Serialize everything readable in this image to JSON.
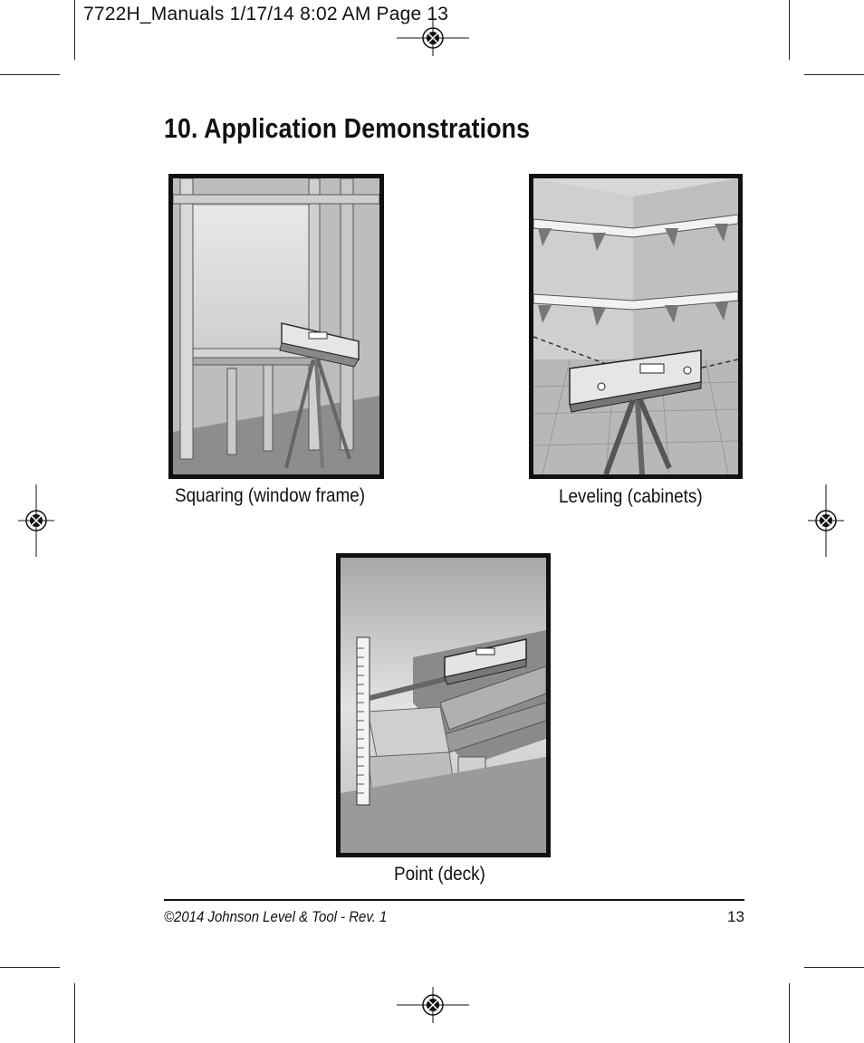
{
  "slug": "7722H_Manuals  1/17/14  8:02 AM  Page 13",
  "title": "10. Application Demonstrations",
  "figures": [
    {
      "caption": "Squaring (window frame)",
      "illustration": "window-frame-level-tripod"
    },
    {
      "caption": "Leveling (cabinets)",
      "illustration": "cabinet-shelves-level-tripod"
    },
    {
      "caption": "Point (deck)",
      "illustration": "deck-level-measuring-rod"
    }
  ],
  "footer": {
    "copyright": "©2014 Johnson Level & Tool - Rev. 1",
    "page_number": "13"
  },
  "colors": {
    "ink": "#111111",
    "paper": "#ffffff"
  }
}
